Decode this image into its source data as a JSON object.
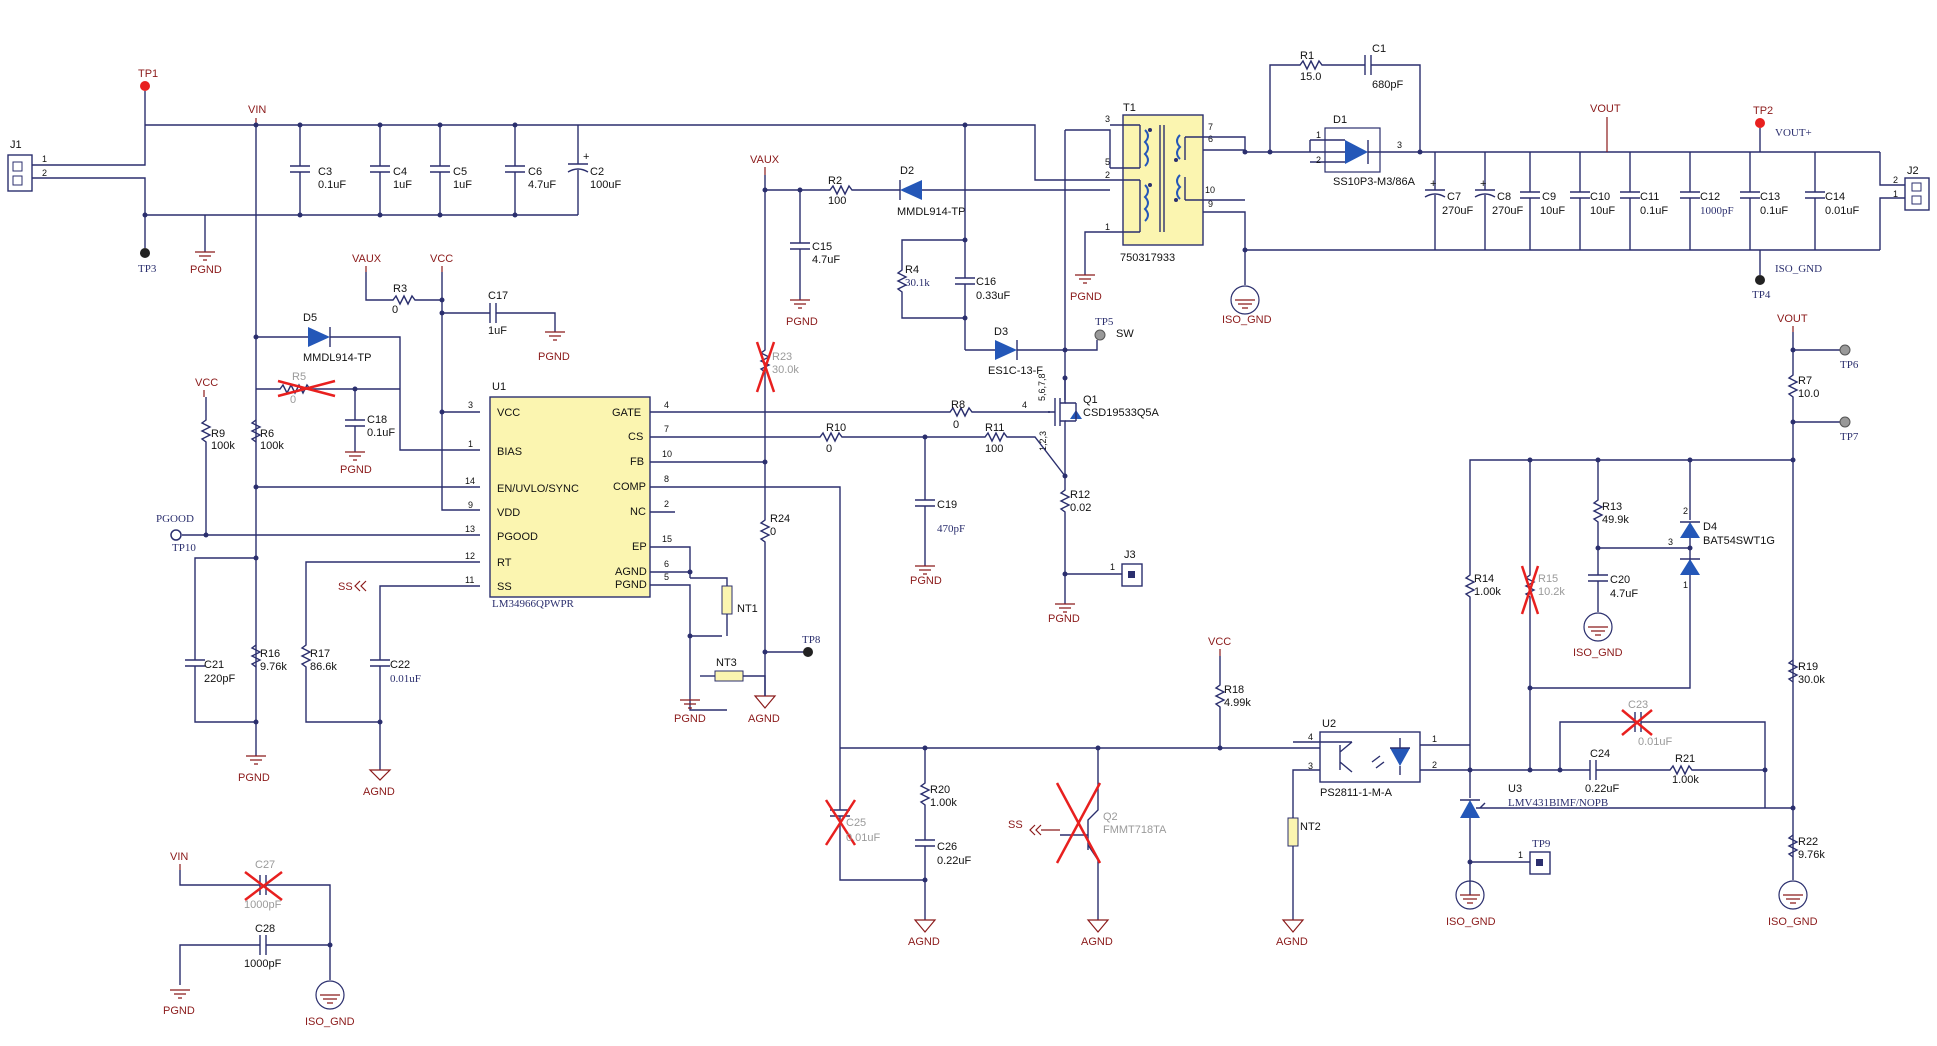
{
  "components": {
    "J1": {
      "ref": "J1",
      "p1": "1",
      "p2": "2"
    },
    "J2": {
      "ref": "J2",
      "p1": "2",
      "p2": "1"
    },
    "J3": {
      "ref": "J3",
      "p1": "1"
    },
    "TP1": "TP1",
    "TP2": "TP2",
    "TP3": "TP3",
    "TP4": "TP4",
    "TP5": "TP5",
    "TP6": "TP6",
    "TP7": "TP7",
    "TP8": "TP8",
    "TP9": {
      "ref": "TP9",
      "p1": "1"
    },
    "TP10": "TP10",
    "C1": {
      "ref": "C1",
      "val": "680pF"
    },
    "C2": {
      "ref": "C2",
      "val": "100uF"
    },
    "C3": {
      "ref": "C3",
      "val": "0.1uF"
    },
    "C4": {
      "ref": "C4",
      "val": "1uF"
    },
    "C5": {
      "ref": "C5",
      "val": "1uF"
    },
    "C6": {
      "ref": "C6",
      "val": "4.7uF"
    },
    "C7": {
      "ref": "C7",
      "val": "270uF"
    },
    "C8": {
      "ref": "C8",
      "val": "270uF"
    },
    "C9": {
      "ref": "C9",
      "val": "10uF"
    },
    "C10": {
      "ref": "C10",
      "val": "10uF"
    },
    "C11": {
      "ref": "C11",
      "val": "0.1uF"
    },
    "C12": {
      "ref": "C12",
      "val": "1000pF"
    },
    "C13": {
      "ref": "C13",
      "val": "0.1uF"
    },
    "C14": {
      "ref": "C14",
      "val": "0.01uF"
    },
    "C15": {
      "ref": "C15",
      "val": "4.7uF"
    },
    "C16": {
      "ref": "C16",
      "val": "0.33uF"
    },
    "C17": {
      "ref": "C17",
      "val": "1uF"
    },
    "C18": {
      "ref": "C18",
      "val": "0.1uF"
    },
    "C19": {
      "ref": "C19",
      "val": "470pF"
    },
    "C20": {
      "ref": "C20",
      "val": "4.7uF"
    },
    "C21": {
      "ref": "C21",
      "val": "220pF"
    },
    "C22": {
      "ref": "C22",
      "val": "0.01uF"
    },
    "C23": {
      "ref": "C23",
      "val": "0.01uF"
    },
    "C24": {
      "ref": "C24",
      "val": "0.22uF"
    },
    "C25": {
      "ref": "C25",
      "val": "0.01uF"
    },
    "C26": {
      "ref": "C26",
      "val": "0.22uF"
    },
    "C27": {
      "ref": "C27",
      "val": "1000pF"
    },
    "C28": {
      "ref": "C28",
      "val": "1000pF"
    },
    "R1": {
      "ref": "R1",
      "val": "15.0"
    },
    "R2": {
      "ref": "R2",
      "val": "100"
    },
    "R3": {
      "ref": "R3",
      "val": "0"
    },
    "R4": {
      "ref": "R4",
      "val": "30.1k"
    },
    "R5": {
      "ref": "R5",
      "val": "0"
    },
    "R6": {
      "ref": "R6",
      "val": "100k"
    },
    "R7": {
      "ref": "R7",
      "val": "10.0"
    },
    "R8": {
      "ref": "R8",
      "val": "0"
    },
    "R9": {
      "ref": "R9",
      "val": "100k"
    },
    "R10": {
      "ref": "R10",
      "val": "0"
    },
    "R11": {
      "ref": "R11",
      "val": "100"
    },
    "R12": {
      "ref": "R12",
      "val": "0.02"
    },
    "R13": {
      "ref": "R13",
      "val": "49.9k"
    },
    "R14": {
      "ref": "R14",
      "val": "1.00k"
    },
    "R15": {
      "ref": "R15",
      "val": "10.2k"
    },
    "R16": {
      "ref": "R16",
      "val": "9.76k"
    },
    "R17": {
      "ref": "R17",
      "val": "86.6k"
    },
    "R18": {
      "ref": "R18",
      "val": "4.99k"
    },
    "R19": {
      "ref": "R19",
      "val": "30.0k"
    },
    "R20": {
      "ref": "R20",
      "val": "1.00k"
    },
    "R21": {
      "ref": "R21",
      "val": "1.00k"
    },
    "R22": {
      "ref": "R22",
      "val": "9.76k"
    },
    "R23": {
      "ref": "R23",
      "val": "30.0k"
    },
    "R24": {
      "ref": "R24",
      "val": "0"
    },
    "D1": {
      "ref": "D1",
      "val": "SS10P3-M3/86A",
      "p1": "1",
      "p2": "2",
      "p3": "3"
    },
    "D2": {
      "ref": "D2",
      "val": "MMDL914-TP"
    },
    "D3": {
      "ref": "D3",
      "val": "ES1C-13-F"
    },
    "D4": {
      "ref": "D4",
      "val": "BAT54SWT1G",
      "p1": "1",
      "p2": "2",
      "p3": "3"
    },
    "D5": {
      "ref": "D5",
      "val": "MMDL914-TP"
    },
    "Q1": {
      "ref": "Q1",
      "val": "CSD19533Q5A",
      "pins_d": "5,6,7,8",
      "pins_s": "1,2,3",
      "pin_g": "4"
    },
    "Q2": {
      "ref": "Q2",
      "val": "FMMT718TA"
    },
    "T1": {
      "ref": "T1",
      "val": "750317933",
      "p3": "3",
      "p5": "5",
      "p2": "2",
      "p1": "1",
      "p7": "7",
      "p6": "6",
      "p10": "10",
      "p9": "9"
    },
    "U2": {
      "ref": "U2",
      "val": "PS2811-1-M-A",
      "p4": "4",
      "p3": "3",
      "p1": "1",
      "p2": "2"
    },
    "U3": {
      "ref": "U3",
      "val": "LMV431BIMF/NOPB"
    },
    "NT1": "NT1",
    "NT2": "NT2",
    "NT3": "NT3"
  },
  "u1": {
    "ref": "U1",
    "part": "LM34966QPWPR",
    "left_pins": [
      {
        "num": "3",
        "name": "VCC"
      },
      {
        "num": "1",
        "name": "BIAS"
      },
      {
        "num": "14",
        "name": "EN/UVLO/SYNC"
      },
      {
        "num": "9",
        "name": "VDD"
      },
      {
        "num": "13",
        "name": "PGOOD"
      },
      {
        "num": "12",
        "name": "RT"
      },
      {
        "num": "11",
        "name": "SS"
      }
    ],
    "right_pins": [
      {
        "num": "4",
        "name": "GATE"
      },
      {
        "num": "7",
        "name": "CS"
      },
      {
        "num": "10",
        "name": "FB"
      },
      {
        "num": "8",
        "name": "COMP"
      },
      {
        "num": "2",
        "name": "NC"
      },
      {
        "num": "15",
        "name": "EP"
      },
      {
        "num": "6",
        "name": "AGND"
      },
      {
        "num": "5",
        "name": "PGND"
      }
    ]
  },
  "nets": {
    "vin": "VIN",
    "vaux": "VAUX",
    "vcc": "VCC",
    "vout": "VOUT",
    "vout_plus": "VOUT+",
    "pgnd": "PGND",
    "agnd": "AGND",
    "iso_gnd": "ISO_GND",
    "sw": "SW",
    "ss": "SS",
    "pgood": "PGOOD"
  },
  "colors": {
    "wire": "#2b2f6e",
    "chip": "#fbf5b0",
    "diode": "#2457b8",
    "dnp": "#e8201f",
    "net": "#8b1a1a",
    "testpoint_red": "#e8201f"
  }
}
